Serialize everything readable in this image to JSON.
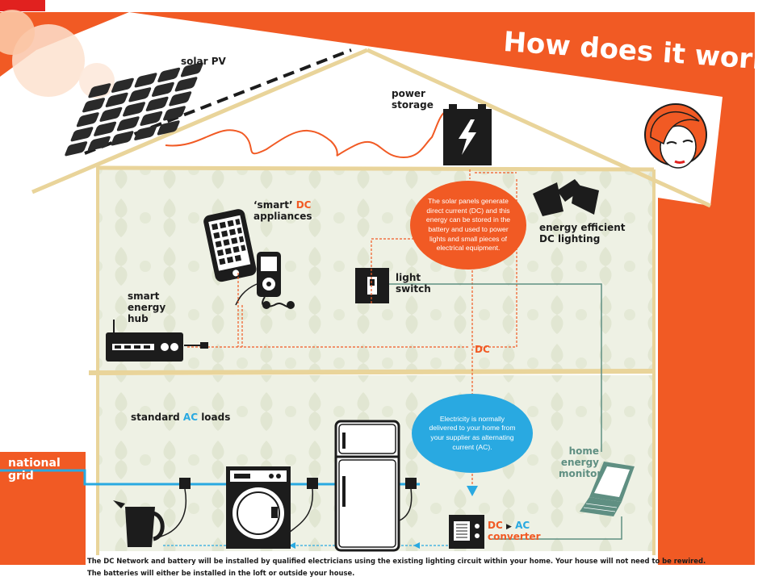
{
  "title": "How does it work?",
  "labels": {
    "solar_pv": "solar PV",
    "power_storage_1": "power",
    "power_storage_2": "storage",
    "smart_dc_1": "‘smart’",
    "smart_dc_2": "DC",
    "smart_dc_3": "appliances",
    "energy_efficient": "energy efficient",
    "dc_lighting": "DC lighting",
    "light_switch_1": "light",
    "light_switch_2": "switch",
    "smart_hub_1": "smart",
    "smart_hub_2": "energy",
    "smart_hub_3": "hub",
    "dc_line": "DC",
    "standard_1": "standard",
    "standard_2": "AC",
    "standard_3": "loads",
    "national_1": "national",
    "national_2": "grid",
    "home_monitor_1": "home",
    "home_monitor_2": "energy",
    "home_monitor_3": "monitor",
    "converter_dc": "DC",
    "converter_arrow": "▶",
    "converter_ac": "AC",
    "converter_word": "converter"
  },
  "bubbles": {
    "dc_info": "The solar panels generate direct current (DC) and this energy can be stored in the battery and used to power lights and small pieces of electrical equipment.",
    "ac_info": "Electricity is normally delivered to your home from your supplier as alternating current (AC)."
  },
  "footer": {
    "line1": "The DC Network and battery will be installed by qualified electricians using the existing lighting circuit within your home. Your house will not need to be rewired.",
    "line2": "The batteries will either be installed in the loft or outside your house."
  },
  "colors": {
    "orange": "#f15a24",
    "blue": "#29a9e1",
    "dark": "#1c1c1c",
    "wood": "#e9d49a",
    "wall": "#eef1e4",
    "monitor_green": "#5f8f82"
  }
}
